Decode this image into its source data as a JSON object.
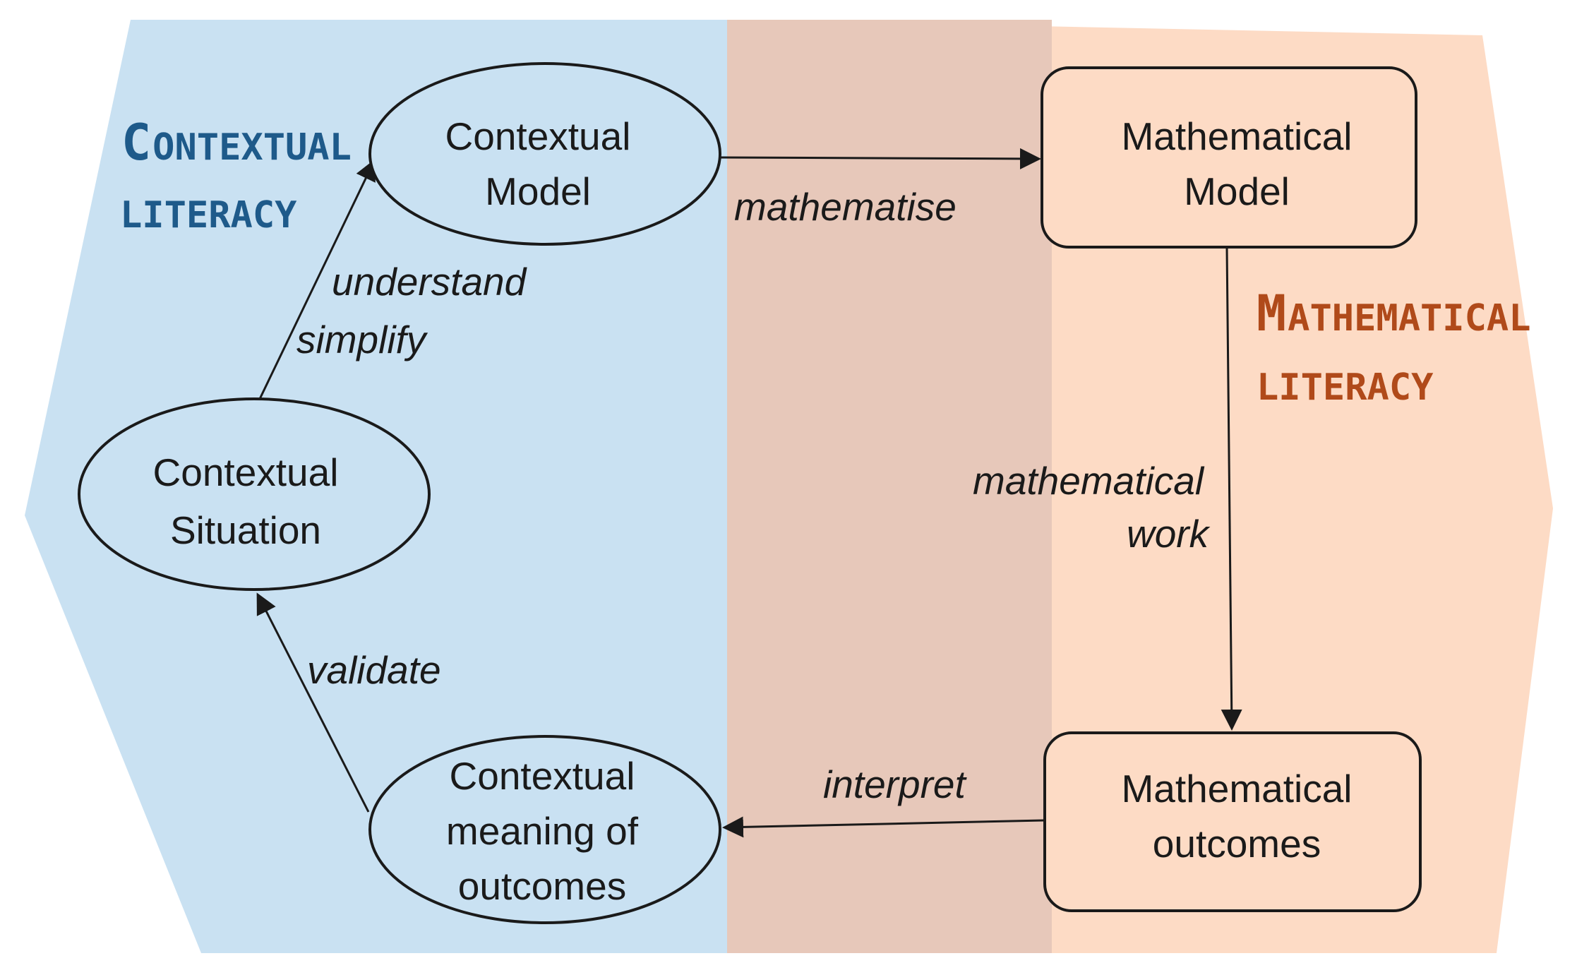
{
  "colors": {
    "contextual_bg": "#c9e1f2",
    "overlap_bg": "#e7c8ba",
    "mathematical_bg": "#fddbc5",
    "contextual_title": "#1e5a8a",
    "mathematical_title": "#b04a1a",
    "stroke": "#1a1a1a"
  },
  "regions": {
    "contextual": {
      "cap": "C",
      "rest": "ONTEXTUAL",
      "line2": "LITERACY"
    },
    "mathematical": {
      "cap": "M",
      "rest": "ATHEMATICAL",
      "line2": "LITERACY"
    }
  },
  "nodes": {
    "contextual_model": [
      "Contextual",
      "Model"
    ],
    "mathematical_model": [
      "Mathematical",
      "Model"
    ],
    "contextual_situation": [
      "Contextual",
      "Situation"
    ],
    "contextual_meaning": [
      "Contextual",
      "meaning of",
      "outcomes"
    ],
    "mathematical_outcomes": [
      "Mathematical",
      "outcomes"
    ]
  },
  "edges": {
    "mathematise": "mathematise",
    "understand": "understand",
    "simplify": "simplify",
    "mathematical": "mathematical",
    "work": "work",
    "interpret": "interpret",
    "validate": "validate"
  }
}
